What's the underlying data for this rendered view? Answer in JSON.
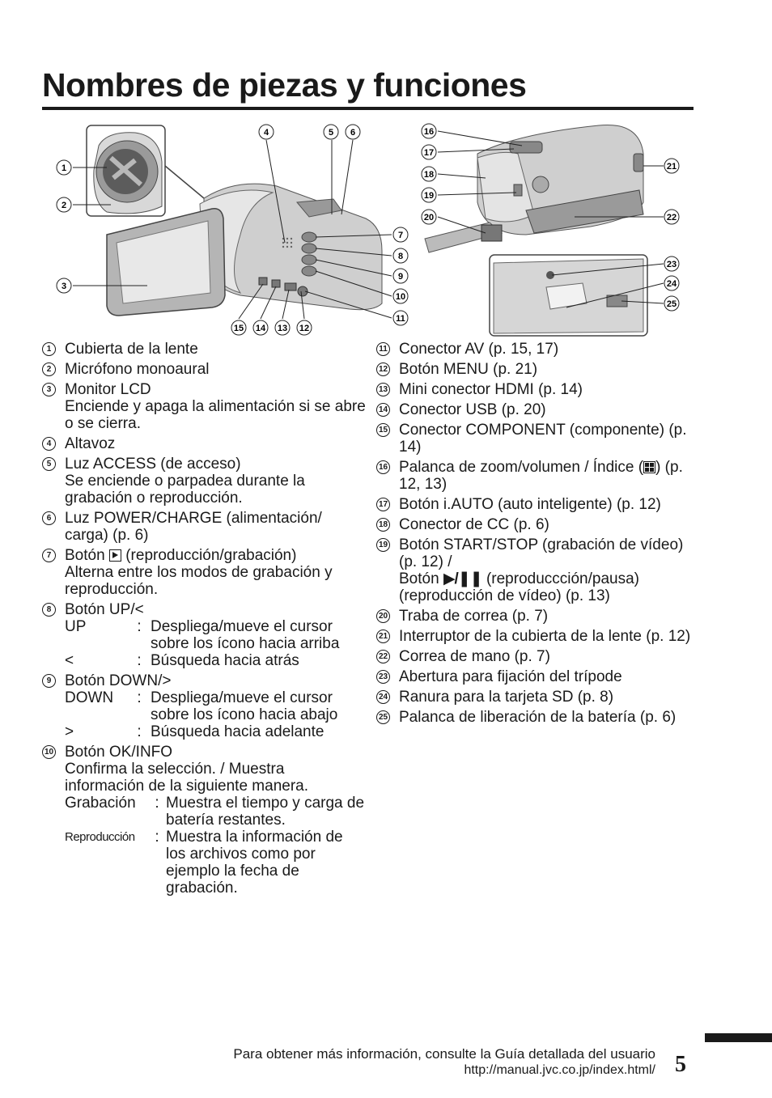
{
  "title": "Nombres de piezas y funciones",
  "figure_left_callouts": [
    "1",
    "2",
    "3",
    "4",
    "5",
    "6",
    "7",
    "8",
    "9",
    "10",
    "11",
    "12",
    "13",
    "14",
    "15"
  ],
  "figure_right_callouts": [
    "16",
    "17",
    "18",
    "19",
    "20",
    "21",
    "22",
    "23",
    "24",
    "25"
  ],
  "items_left": [
    {
      "num": "1",
      "label": "Cubierta de la lente"
    },
    {
      "num": "2",
      "label": "Micrófono monoaural"
    },
    {
      "num": "3",
      "label": "Monitor LCD",
      "desc": "Enciende y apaga la alimentación si se abre o se cierra."
    },
    {
      "num": "4",
      "label": "Altavoz"
    },
    {
      "num": "5",
      "label": "Luz ACCESS (de acceso)",
      "desc": "Se enciende o parpadea durante la grabación o reproducción."
    },
    {
      "num": "6",
      "label": "Luz POWER/CHARGE (alimentación/ carga) (p. 6)"
    },
    {
      "num": "7",
      "label_pre": "Botón",
      "label_post": "(reproducción/grabación)",
      "icon": "play-icon",
      "desc": "Alterna entre los modos de grabación y reproducción."
    },
    {
      "num": "8",
      "label": "Botón UP/<",
      "rows": [
        {
          "key": "UP",
          "sep": ":",
          "val": "Despliega/mueve el cursor sobre los ícono hacia arriba"
        },
        {
          "key": "<",
          "sep": ":",
          "val": "Búsqueda hacia atrás"
        }
      ]
    },
    {
      "num": "9",
      "label": "Botón DOWN/>",
      "rows": [
        {
          "key": "DOWN",
          "sep": ":",
          "val": "Despliega/mueve el cursor sobre los ícono hacia abajo"
        },
        {
          "key": ">",
          "sep": ":",
          "val": "Búsqueda hacia adelante"
        }
      ]
    },
    {
      "num": "10",
      "label": "Botón OK/INFO",
      "desc": "Confirma la selección. / Muestra información de la siguiente manera.",
      "rows": [
        {
          "key": "Grabación",
          "sep": ":",
          "val": "Muestra el tiempo y carga de batería restantes."
        },
        {
          "key": "Reproducción",
          "sep": ":",
          "val": "Muestra la información de los archivos como por ejemplo la fecha de grabación."
        }
      ]
    }
  ],
  "items_right": [
    {
      "num": "11",
      "label": "Conector AV (p. 15, 17)"
    },
    {
      "num": "12",
      "label": "Botón MENU (p. 21)"
    },
    {
      "num": "13",
      "label": "Mini conector HDMI (p. 14)"
    },
    {
      "num": "14",
      "label": "Conector USB (p. 20)"
    },
    {
      "num": "15",
      "label": "Conector COMPONENT (componente) (p. 14)"
    },
    {
      "num": "16",
      "label_pre": "Palanca de zoom/volumen / Índice (",
      "label_post": ") (p. 12, 13)",
      "icon": "index-icon"
    },
    {
      "num": "17",
      "label": "Botón i.AUTO (auto inteligente) (p. 12)"
    },
    {
      "num": "18",
      "label": "Conector de CC (p. 6)"
    },
    {
      "num": "19",
      "label": "Botón START/STOP (grabación de vídeo) (p. 12) /",
      "label2_pre": "Botón",
      "label2_icon": "▶/❚❚",
      "label2_post": "(reproduccción/pausa) (reproducción de vídeo) (p. 13)"
    },
    {
      "num": "20",
      "label": "Traba de correa (p. 7)"
    },
    {
      "num": "21",
      "label": "Interruptor de la cubierta de la lente (p. 12)"
    },
    {
      "num": "22",
      "label": "Correa de mano (p. 7)"
    },
    {
      "num": "23",
      "label": "Abertura para fijación del trípode"
    },
    {
      "num": "24",
      "label": "Ranura para la tarjeta SD (p. 8)"
    },
    {
      "num": "25",
      "label": "Palanca de liberación de la batería (p. 6)"
    }
  ],
  "footer": {
    "line1": "Para obtener más información, consulte la Guía detallada del usuario",
    "line2": "http://manual.jvc.co.jp/index.html/",
    "page_number": "5"
  }
}
